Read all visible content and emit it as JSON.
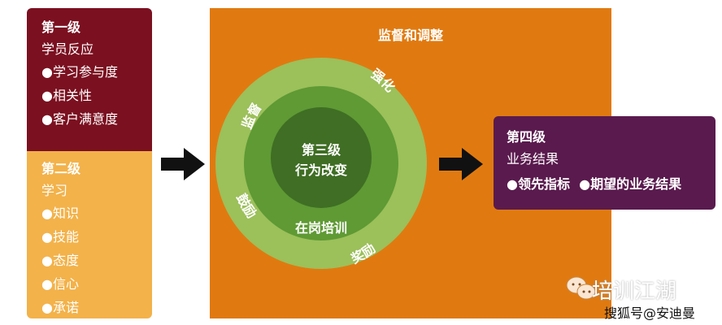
{
  "level1": {
    "title": "第一级",
    "subtitle": "学员反应",
    "items": [
      "●学习参与度",
      "●相关性",
      "●客户满意度"
    ]
  },
  "level2": {
    "title": "第二级",
    "subtitle": "学习",
    "items": [
      "●知识",
      "●技能",
      "●态度",
      "●信心",
      "●承诺"
    ]
  },
  "center": {
    "title": "监督和调整",
    "core_line1": "第三级",
    "core_line2": "行为改变",
    "middle": "在岗培训",
    "outer": [
      "监督",
      "强化",
      "鼓励",
      "奖励"
    ]
  },
  "level4": {
    "title": "第四级",
    "subtitle": "业务结果",
    "items": [
      "●领先指标",
      "●期望的业务结果"
    ]
  },
  "watermark": {
    "brand": "培训江湖",
    "source": "搜狐号@安迪曼"
  },
  "colors": {
    "level1": "#7b1020",
    "level2": "#f3b24a",
    "orange": "#e07a10",
    "purple": "#5a1a4e",
    "ring_outer": "#9cc05a",
    "ring_mid": "#5f9a34",
    "ring_inner": "#3f6e24"
  }
}
